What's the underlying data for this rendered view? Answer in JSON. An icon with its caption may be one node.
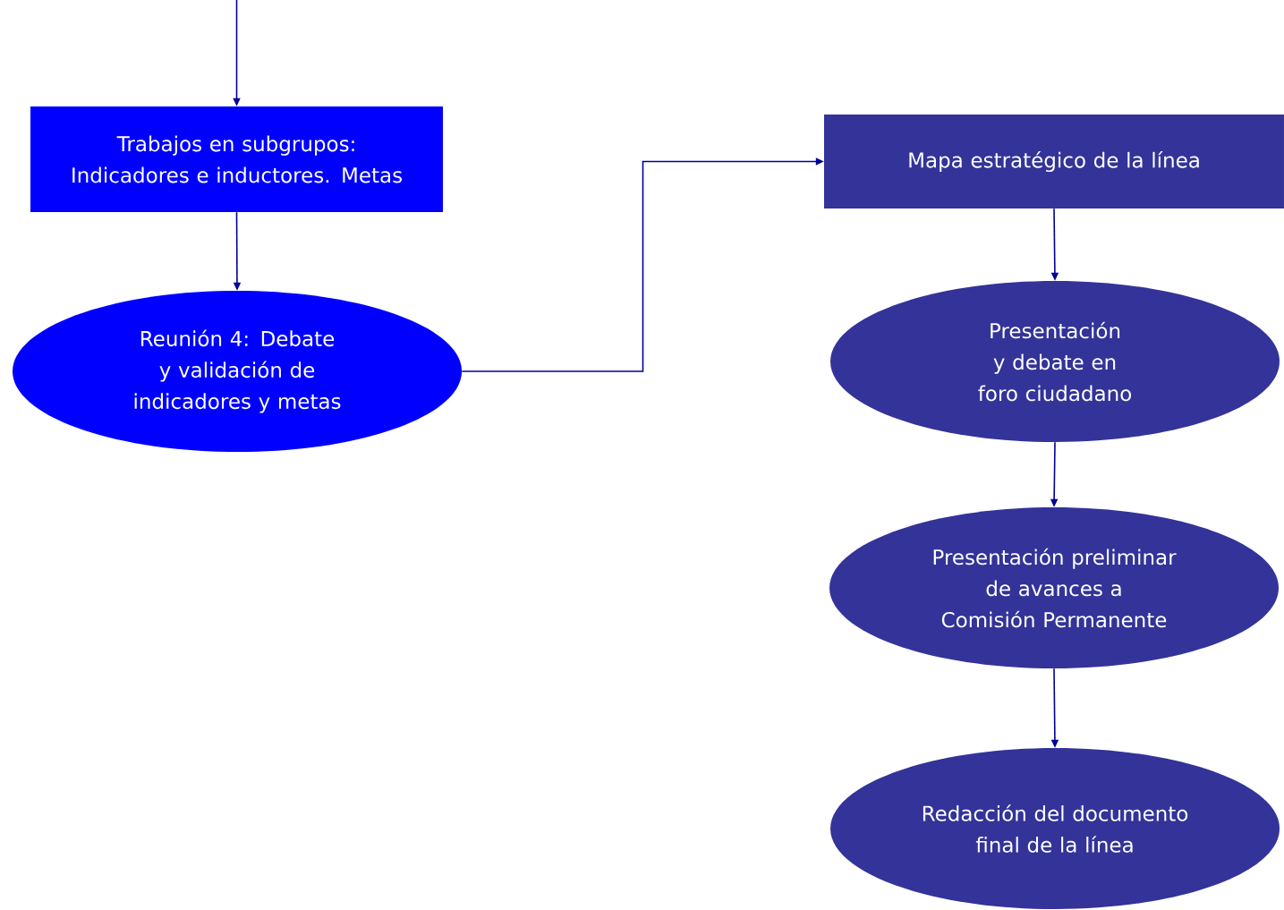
{
  "diagram": {
    "nodes": [
      {
        "text": [
          "Trabajos en subgrupos: Indicadores e inductores. Metas"
        ]
      },
      {
        "text": [
          "Reunión 4: Debate y validación de indicadores y metas"
        ]
      },
      {
        "text": [
          "Mapa estratégico de la línea"
        ]
      },
      {
        "text": [
          "Presentación y debate en foro ciudadano"
        ]
      },
      {
        "text": [
          "Presentación preliminar de avances a Comisión Permanente"
        ]
      },
      {
        "text": [
          "Redacción del documento final de la línea"
        ]
      }
    ],
    "edges": [
      {
        "from": null,
        "to": 0,
        "arrow": "to"
      },
      {
        "from": 0,
        "to": 1,
        "arrow": "to"
      },
      {
        "from": 1,
        "to": 2,
        "arrow": "to"
      },
      {
        "from": 2,
        "to": 3,
        "arrow": "to"
      },
      {
        "from": 3,
        "to": 4,
        "arrow": "to"
      },
      {
        "from": 4,
        "to": 5,
        "arrow": "to"
      }
    ]
  }
}
